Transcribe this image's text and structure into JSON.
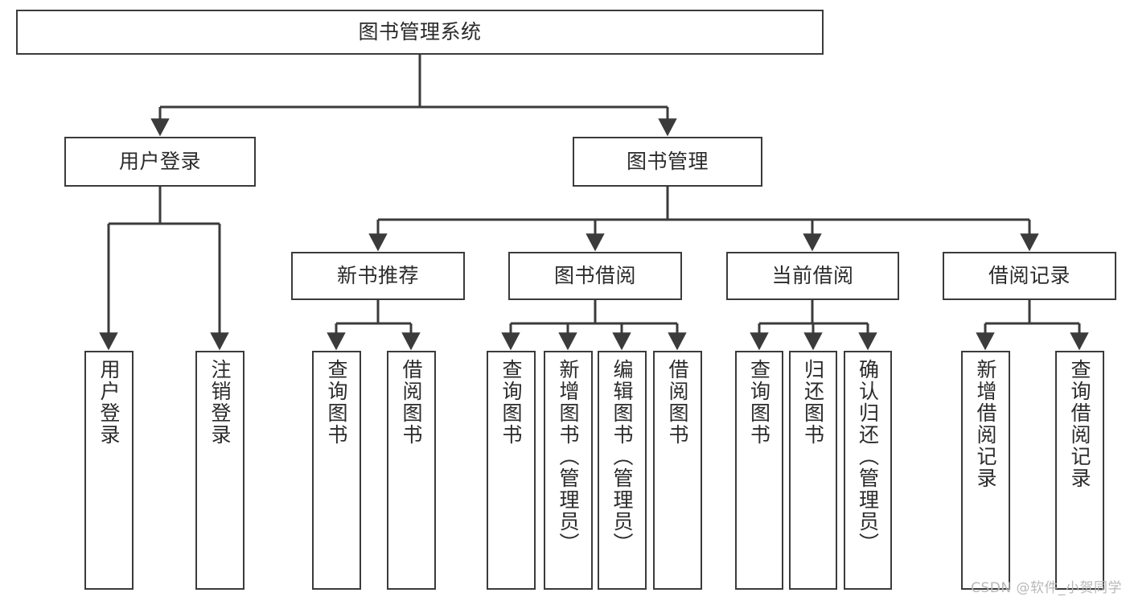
{
  "diagram": {
    "title": "图书管理系统",
    "type": "功能结构图",
    "stroke_color": "#3b3b3b",
    "text_color": "#2b2b2b",
    "background_color": "#ffffff"
  },
  "root": {
    "label": "图书管理系统"
  },
  "level1": [
    {
      "label": "用户登录"
    },
    {
      "label": "图书管理"
    }
  ],
  "level2": [
    {
      "label": "新书推荐"
    },
    {
      "label": "图书借阅"
    },
    {
      "label": "当前借阅"
    },
    {
      "label": "借阅记录"
    }
  ],
  "leaves": {
    "user_login": [
      {
        "label": "用户登录"
      },
      {
        "label": "注销登录"
      }
    ],
    "new_book_recommend": [
      {
        "label": "查询图书"
      },
      {
        "label": "借阅图书"
      }
    ],
    "book_borrow": [
      {
        "label": "查询图书"
      },
      {
        "label": "新增图书（管理员）"
      },
      {
        "label": "编辑图书（管理员）"
      },
      {
        "label": "借阅图书"
      }
    ],
    "current_borrow": [
      {
        "label": "查询图书"
      },
      {
        "label": "归还图书"
      },
      {
        "label": "确认归还（管理员）"
      }
    ],
    "borrow_record": [
      {
        "label": "新增借阅记录"
      },
      {
        "label": "查询借阅记录"
      }
    ]
  },
  "watermark": {
    "text": "CSDN @软件_小贺同学"
  },
  "chart_data": {
    "type": "tree",
    "title": "图书管理系统",
    "nodes": [
      {
        "id": "root",
        "label": "图书管理系统",
        "parent": null,
        "level": 0
      },
      {
        "id": "l1-0",
        "label": "用户登录",
        "parent": "root",
        "level": 1
      },
      {
        "id": "l1-1",
        "label": "图书管理",
        "parent": "root",
        "level": 1
      },
      {
        "id": "l2-0",
        "label": "新书推荐",
        "parent": "l1-1",
        "level": 2
      },
      {
        "id": "l2-1",
        "label": "图书借阅",
        "parent": "l1-1",
        "level": 2
      },
      {
        "id": "l2-2",
        "label": "当前借阅",
        "parent": "l1-1",
        "level": 2
      },
      {
        "id": "l2-3",
        "label": "借阅记录",
        "parent": "l1-1",
        "level": 2
      },
      {
        "id": "lf-0",
        "label": "用户登录",
        "parent": "l1-0",
        "level": 3
      },
      {
        "id": "lf-1",
        "label": "注销登录",
        "parent": "l1-0",
        "level": 3
      },
      {
        "id": "lf-2",
        "label": "查询图书",
        "parent": "l2-0",
        "level": 3
      },
      {
        "id": "lf-3",
        "label": "借阅图书",
        "parent": "l2-0",
        "level": 3
      },
      {
        "id": "lf-4",
        "label": "查询图书",
        "parent": "l2-1",
        "level": 3
      },
      {
        "id": "lf-5",
        "label": "新增图书（管理员）",
        "parent": "l2-1",
        "level": 3
      },
      {
        "id": "lf-6",
        "label": "编辑图书（管理员）",
        "parent": "l2-1",
        "level": 3
      },
      {
        "id": "lf-7",
        "label": "借阅图书",
        "parent": "l2-1",
        "level": 3
      },
      {
        "id": "lf-8",
        "label": "查询图书",
        "parent": "l2-2",
        "level": 3
      },
      {
        "id": "lf-9",
        "label": "归还图书",
        "parent": "l2-2",
        "level": 3
      },
      {
        "id": "lf-10",
        "label": "确认归还（管理员）",
        "parent": "l2-2",
        "level": 3
      },
      {
        "id": "lf-11",
        "label": "新增借阅记录",
        "parent": "l2-3",
        "level": 3
      },
      {
        "id": "lf-12",
        "label": "查询借阅记录",
        "parent": "l2-3",
        "level": 3
      }
    ]
  }
}
